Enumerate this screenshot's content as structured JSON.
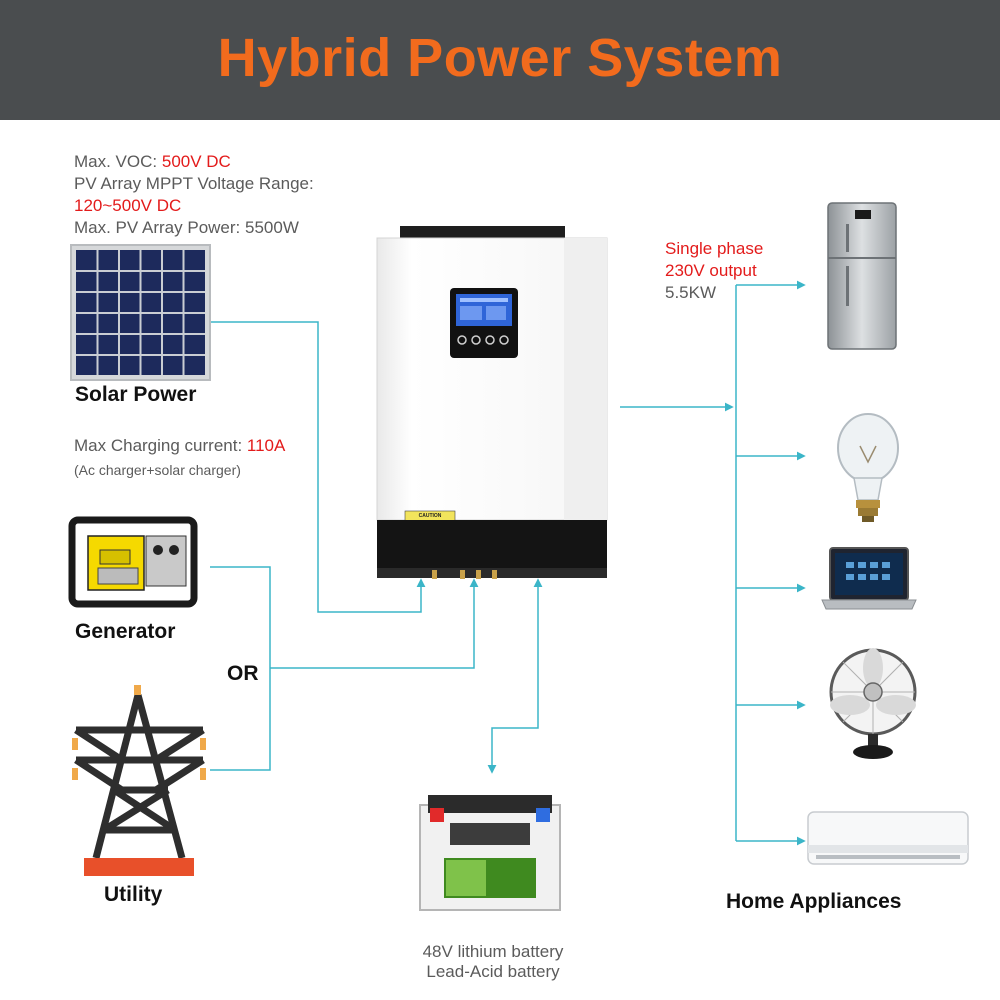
{
  "header": {
    "title": "Hybrid Power System"
  },
  "pv_specs": {
    "voc_label": "Max. VOC: ",
    "voc_value": "500V DC",
    "mppt_label": "PV Array MPPT Voltage Range:",
    "mppt_value": "120~500V DC",
    "power_text": "Max. PV Array Power: 5500W"
  },
  "charging": {
    "label": "Max Charging current: ",
    "value": "110A",
    "note": "(Ac charger+solar charger)"
  },
  "sources": {
    "solar": "Solar Power",
    "generator": "Generator",
    "or": "OR",
    "utility": "Utility"
  },
  "output": {
    "line1": "Single phase",
    "line2": "230V output",
    "line3": "5.5KW"
  },
  "loads": {
    "label": "Home Appliances"
  },
  "battery": {
    "line1": "48V lithium battery",
    "line2": "Lead-Acid battery"
  },
  "inverter": {
    "caution": "CAUTION"
  },
  "colors": {
    "header_bg": "#4a4d4f",
    "title": "#f26b1d",
    "accent_red": "#e31b1b",
    "connector": "#3bb5c8"
  }
}
